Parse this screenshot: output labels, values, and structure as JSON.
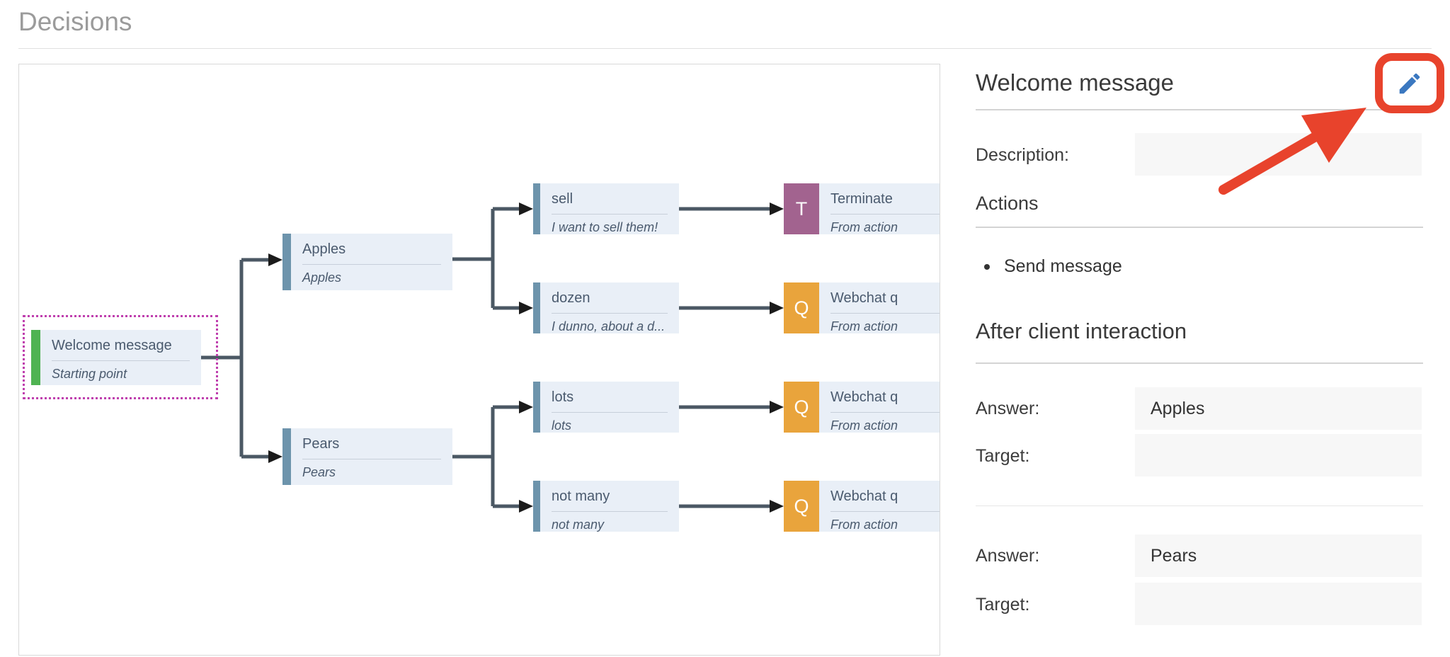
{
  "page": {
    "title": "Decisions"
  },
  "diagram": {
    "nodes": {
      "welcome": {
        "title": "Welcome message",
        "subtitle": "Starting point"
      },
      "apples": {
        "title": "Apples",
        "subtitle": "Apples"
      },
      "pears": {
        "title": "Pears",
        "subtitle": "Pears"
      },
      "sell": {
        "title": "sell",
        "subtitle": "I want to sell them!"
      },
      "dozen": {
        "title": "dozen",
        "subtitle": "I dunno, about a d..."
      },
      "lots": {
        "title": "lots",
        "subtitle": "lots"
      },
      "not_many": {
        "title": "not many",
        "subtitle": "not many"
      },
      "terminate": {
        "badge": "T",
        "title": "Terminate",
        "subtitle": "From action"
      },
      "webchat": {
        "badge": "Q",
        "title": "Webchat q",
        "subtitle": "From action"
      }
    },
    "colors": {
      "start_bar": "#4fb352",
      "decision_bar": "#6d94ac",
      "terminate_badge": "#a2638f",
      "question_badge": "#e9a43c",
      "node_background": "#e9eff7",
      "connector": "#4b5864",
      "selection_dotted": "#bf3fae"
    }
  },
  "panel": {
    "title": "Welcome message",
    "edit_icon": "pencil-icon",
    "edit_icon_color": "#3b78c0",
    "annotation_color": "#e8432c",
    "description_label": "Description:",
    "description_value": "",
    "actions_heading": "Actions",
    "actions": [
      "Send message"
    ],
    "after_heading": "After client interaction",
    "rows": [
      {
        "answer_label": "Answer:",
        "answer_value": "Apples",
        "target_label": "Target:",
        "target_value": ""
      },
      {
        "answer_label": "Answer:",
        "answer_value": "Pears",
        "target_label": "Target:",
        "target_value": ""
      }
    ]
  }
}
